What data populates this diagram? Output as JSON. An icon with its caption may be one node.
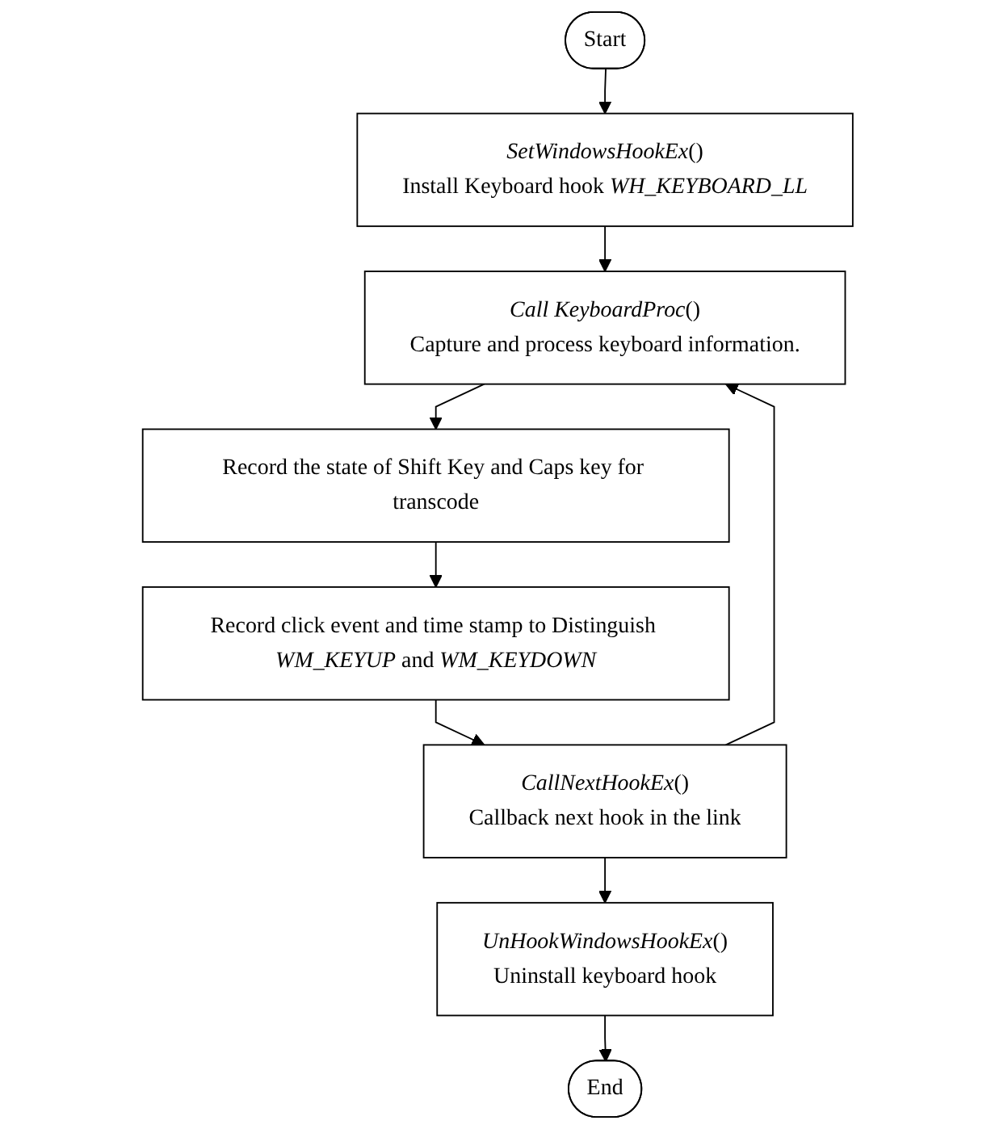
{
  "diagram": {
    "nodes": [
      {
        "text": [
          "Start"
        ]
      },
      {
        "text": [
          "*SetWindowsHookEx*()",
          "Install Keyboard hook *WH_KEYBOARD_LL*"
        ]
      },
      {
        "text": [
          "*Call KeyboardProc*()",
          "Capture and process keyboard information."
        ]
      },
      {
        "text": [
          "Record the state of Shift Key and Caps key for transcode"
        ]
      },
      {
        "text": [
          "Record click event and time stamp to Distinguish *WM_KEYUP* and *WM_KEYDOWN*"
        ]
      },
      {
        "text": [
          "*CallNextHookEx*()",
          "Callback next hook in the link"
        ]
      },
      {
        "text": [
          "*UnHookWindowsHookEx*()",
          "Uninstall keyboard hook"
        ]
      },
      {
        "text": [
          "End"
        ]
      }
    ],
    "edges": [
      {
        "from": 0,
        "to": 1,
        "arrow": "to"
      },
      {
        "from": 1,
        "to": 2,
        "arrow": "to"
      },
      {
        "from": 2,
        "to": 3,
        "arrow": "to"
      },
      {
        "from": 3,
        "to": 4,
        "arrow": "to"
      },
      {
        "from": 4,
        "to": 5,
        "arrow": "to"
      },
      {
        "from": 5,
        "to": 2,
        "arrow": "to"
      },
      {
        "from": 5,
        "to": 6,
        "arrow": "to"
      },
      {
        "from": 6,
        "to": 7,
        "arrow": "to"
      }
    ]
  }
}
